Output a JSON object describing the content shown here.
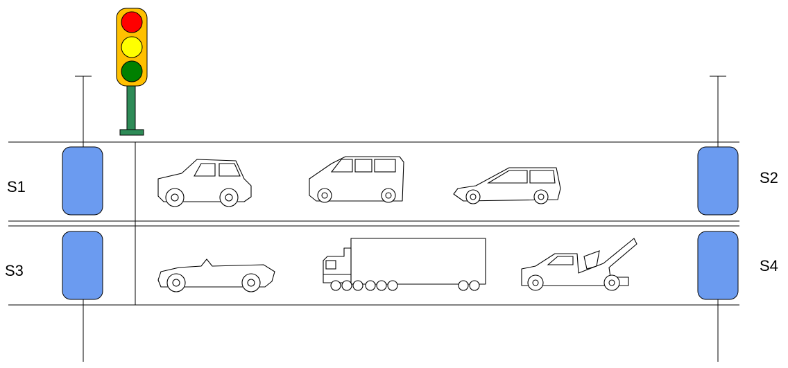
{
  "sensors": [
    {
      "id": "S1",
      "label": "S1"
    },
    {
      "id": "S2",
      "label": "S2"
    },
    {
      "id": "S3",
      "label": "S3"
    },
    {
      "id": "S4",
      "label": "S4"
    }
  ],
  "traffic_light": {
    "active": "red"
  },
  "colors": {
    "red": "#ff0000",
    "yellow": "#ffff00",
    "green": "#008000",
    "sensor_fill": "#6b9bf0",
    "housing": "#ffc000",
    "pole": "#2e8b57"
  },
  "lanes": [
    {
      "vehicles": [
        "suv-car-icon",
        "minivan-icon",
        "hatchback-icon"
      ]
    },
    {
      "vehicles": [
        "convertible-icon",
        "semi-truck-icon",
        "tow-truck-icon"
      ]
    }
  ]
}
